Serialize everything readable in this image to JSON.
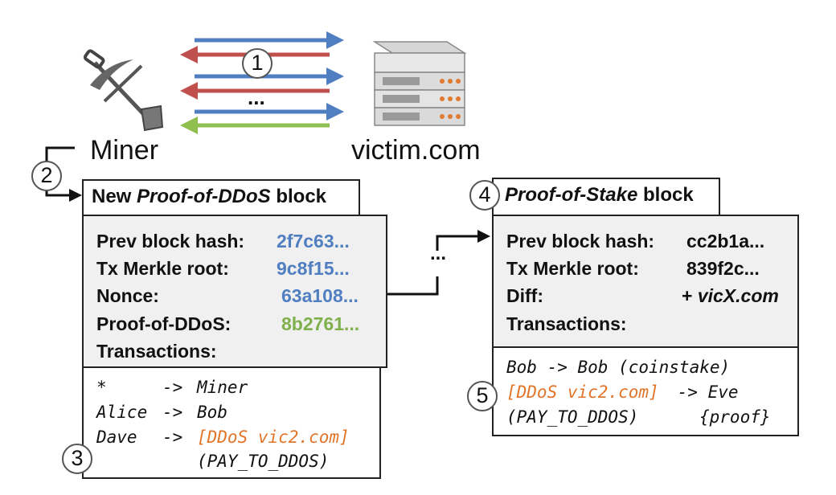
{
  "top": {
    "miner_label": "Miner",
    "victim_label": "victim.com",
    "ellipsis": "...",
    "step1": "1",
    "icons": {
      "miner": "pickaxe-shovel-icon",
      "server": "server-rack-icon"
    },
    "arrow_colors": {
      "to_victim": "#4f7fc0",
      "from_victim": "#c0504d",
      "final": "#8fbf4f"
    }
  },
  "pod_block": {
    "step2": "2",
    "title_prefix": "New ",
    "title_emph": "Proof-of-DDoS",
    "title_suffix": " block",
    "fields": [
      {
        "label": "Prev block hash:",
        "value": "2f7c63...",
        "color": "#4f7fc0"
      },
      {
        "label": "Tx Merkle root:",
        "value": "9c8f15...",
        "color": "#4f7fc0"
      },
      {
        "label": "Nonce:",
        "value": "63a108...",
        "color": "#4f7fc0"
      },
      {
        "label": "Proof-of-DDoS:",
        "value": "8b2761...",
        "color": "#7fb04b"
      }
    ],
    "transactions_label": "Transactions:",
    "step3": "3",
    "tx": {
      "r1_from": "*",
      "r1_arrow": "->",
      "r1_to": "Miner",
      "r2_from": "Alice",
      "r2_arrow": "->",
      "r2_to": "Bob",
      "r3_from": "Dave",
      "r3_arrow": "->",
      "r3_to": "[DDoS vic2.com]",
      "r4": "(PAY_TO_DDOS)"
    }
  },
  "link": {
    "ellipsis": "..."
  },
  "pos_block": {
    "step4": "4",
    "title_emph": "Proof-of-Stake",
    "title_suffix": " block",
    "fields": [
      {
        "label": "Prev block hash:",
        "value": "cc2b1a..."
      },
      {
        "label": "Tx Merkle root:",
        "value": "839f2c..."
      },
      {
        "label": "Diff:",
        "value_prefix": "+ ",
        "value_emph": "vicX.com"
      }
    ],
    "transactions_label": "Transactions:",
    "step5": "5",
    "tx": {
      "r1": "Bob -> Bob (coinstake)",
      "r2_a": "[DDoS vic2.com]",
      "r2_b": " -> Eve",
      "r3_a": "(PAY_TO_DDOS)",
      "r3_b": "{proof}"
    }
  }
}
